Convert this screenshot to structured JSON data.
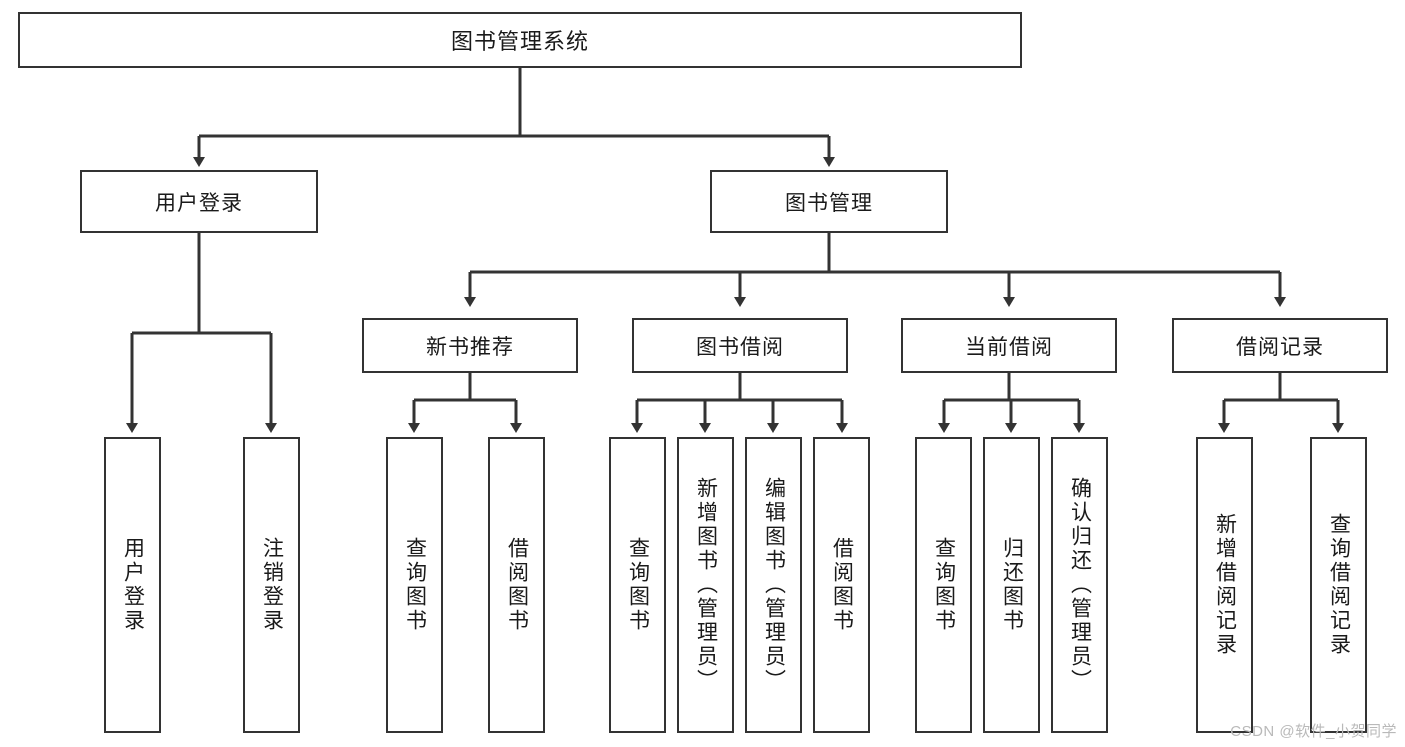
{
  "diagram": {
    "type": "tree-hierarchy",
    "title": "图书管理系统",
    "root": {
      "label": "图书管理系统"
    },
    "level2": [
      {
        "id": "user-login",
        "label": "用户登录"
      },
      {
        "id": "book-manage",
        "label": "图书管理"
      }
    ],
    "level3": [
      {
        "id": "new-book-recommend",
        "label": "新书推荐"
      },
      {
        "id": "book-borrow",
        "label": "图书借阅"
      },
      {
        "id": "current-borrow",
        "label": "当前借阅"
      },
      {
        "id": "borrow-record",
        "label": "借阅记录"
      }
    ],
    "leaves": {
      "user_login": [
        {
          "id": "leaf-user-login",
          "label": "用户登录"
        },
        {
          "id": "leaf-logout-login",
          "label": "注销登录"
        }
      ],
      "new_book_recommend": [
        {
          "id": "leaf-query-book-1",
          "label": "查询图书"
        },
        {
          "id": "leaf-borrow-book-1",
          "label": "借阅图书"
        }
      ],
      "book_borrow": [
        {
          "id": "leaf-query-book-2",
          "label": "查询图书"
        },
        {
          "id": "leaf-add-book-admin",
          "label": "新增图书（管理员）"
        },
        {
          "id": "leaf-edit-book-admin",
          "label": "编辑图书（管理员）"
        },
        {
          "id": "leaf-borrow-book-2",
          "label": "借阅图书"
        }
      ],
      "current_borrow": [
        {
          "id": "leaf-query-book-3",
          "label": "查询图书"
        },
        {
          "id": "leaf-return-book",
          "label": "归还图书"
        },
        {
          "id": "leaf-confirm-return-admin",
          "label": "确认归还（管理员）"
        }
      ],
      "borrow_record": [
        {
          "id": "leaf-add-borrow-record",
          "label": "新增借阅记录"
        },
        {
          "id": "leaf-query-borrow-record",
          "label": "查询借阅记录"
        }
      ]
    }
  },
  "watermark": {
    "text": "CSDN @软件_小贺同学"
  },
  "colors": {
    "stroke": "#333333",
    "fill": "#ffffff",
    "text": "#1a1a1a",
    "watermark": "#b9b9b9"
  }
}
